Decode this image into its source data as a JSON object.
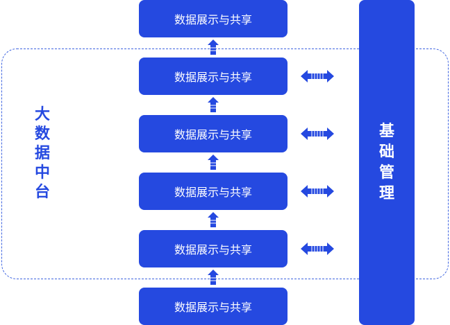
{
  "region_label": "大数据中台",
  "management_label": "基础管理",
  "layers": [
    "数据展示与共享",
    "数据展示与共享",
    "数据展示与共享",
    "数据展示与共享",
    "数据展示与共享",
    "数据展示与共享"
  ],
  "colors": {
    "primary": "#2549e0",
    "dashed_border": "#3d63e0",
    "text_on_primary": "#ffffff"
  }
}
